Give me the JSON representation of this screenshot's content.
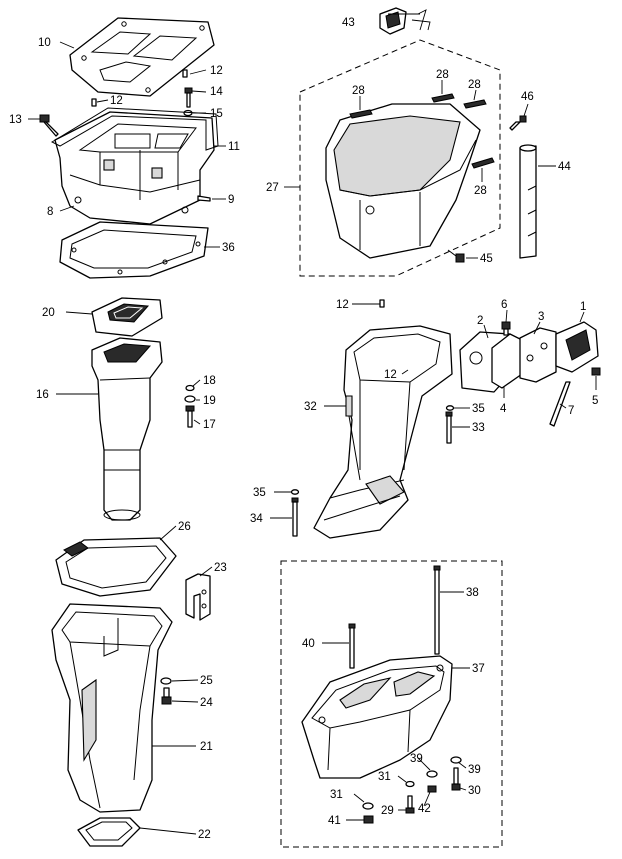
{
  "callouts": [
    {
      "id": "c1",
      "text": "1"
    },
    {
      "id": "c2",
      "text": "2"
    },
    {
      "id": "c3",
      "text": "3"
    },
    {
      "id": "c4",
      "text": "4"
    },
    {
      "id": "c5",
      "text": "5"
    },
    {
      "id": "c6",
      "text": "6"
    },
    {
      "id": "c7",
      "text": "7"
    },
    {
      "id": "c8",
      "text": "8"
    },
    {
      "id": "c9",
      "text": "9"
    },
    {
      "id": "c10",
      "text": "10"
    },
    {
      "id": "c11",
      "text": "11"
    },
    {
      "id": "c12a",
      "text": "12"
    },
    {
      "id": "c12b",
      "text": "12"
    },
    {
      "id": "c12c",
      "text": "12"
    },
    {
      "id": "c12d",
      "text": "12"
    },
    {
      "id": "c13",
      "text": "13"
    },
    {
      "id": "c14",
      "text": "14"
    },
    {
      "id": "c15",
      "text": "15"
    },
    {
      "id": "c16",
      "text": "16"
    },
    {
      "id": "c17",
      "text": "17"
    },
    {
      "id": "c18",
      "text": "18"
    },
    {
      "id": "c19",
      "text": "19"
    },
    {
      "id": "c20",
      "text": "20"
    },
    {
      "id": "c21",
      "text": "21"
    },
    {
      "id": "c22",
      "text": "22"
    },
    {
      "id": "c23",
      "text": "23"
    },
    {
      "id": "c24",
      "text": "24"
    },
    {
      "id": "c25",
      "text": "25"
    },
    {
      "id": "c26",
      "text": "26"
    },
    {
      "id": "c27",
      "text": "27"
    },
    {
      "id": "c28a",
      "text": "28"
    },
    {
      "id": "c28b",
      "text": "28"
    },
    {
      "id": "c28c",
      "text": "28"
    },
    {
      "id": "c28d",
      "text": "28"
    },
    {
      "id": "c29",
      "text": "29"
    },
    {
      "id": "c30",
      "text": "30"
    },
    {
      "id": "c31a",
      "text": "31"
    },
    {
      "id": "c31b",
      "text": "31"
    },
    {
      "id": "c32",
      "text": "32"
    },
    {
      "id": "c33",
      "text": "33"
    },
    {
      "id": "c34",
      "text": "34"
    },
    {
      "id": "c35a",
      "text": "35"
    },
    {
      "id": "c35b",
      "text": "35"
    },
    {
      "id": "c37",
      "text": "37"
    },
    {
      "id": "c38",
      "text": "38"
    },
    {
      "id": "c39a",
      "text": "39"
    },
    {
      "id": "c39b",
      "text": "39"
    },
    {
      "id": "c40",
      "text": "40"
    },
    {
      "id": "c41",
      "text": "41"
    },
    {
      "id": "c42",
      "text": "42"
    },
    {
      "id": "c43",
      "text": "43"
    },
    {
      "id": "c44",
      "text": "44"
    },
    {
      "id": "c45",
      "text": "45"
    },
    {
      "id": "c46",
      "text": "46"
    }
  ]
}
